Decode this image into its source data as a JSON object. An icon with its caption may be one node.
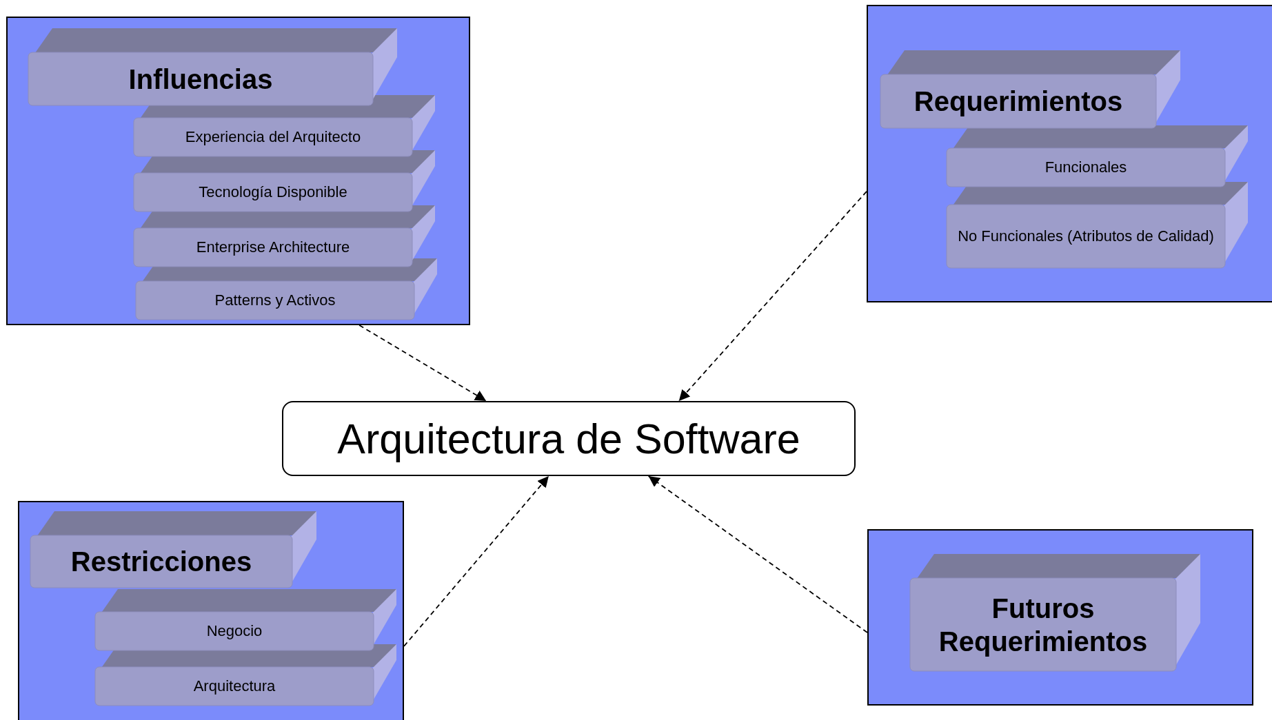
{
  "diagram": {
    "nodes": [
      {
        "text": [],
        "shape": "box"
      },
      {
        "text": [
          "Influencias"
        ],
        "in": 0
      },
      {
        "text": [
          "Experiencia del Arquitecto"
        ],
        "in": 0
      },
      {
        "text": [
          "Tecnología Disponible"
        ],
        "in": 0
      },
      {
        "text": [
          "Enterprise Architecture"
        ],
        "in": 0
      },
      {
        "text": [
          "Patterns y Activos"
        ],
        "in": 0
      },
      {
        "text": [],
        "shape": "box"
      },
      {
        "text": [
          "Requerimientos"
        ],
        "in": 6
      },
      {
        "text": [
          "Funcionales"
        ],
        "in": 6
      },
      {
        "text": [
          "No Funcionales (Atributos de Calidad)"
        ],
        "in": 6
      },
      {
        "text": [
          "Arquitectura de Software"
        ]
      },
      {
        "text": [],
        "shape": "box"
      },
      {
        "text": [
          "Restricciones"
        ],
        "in": 11
      },
      {
        "text": [
          "Negocio"
        ],
        "in": 11
      },
      {
        "text": [
          "Arquitectura"
        ],
        "in": 11
      },
      {
        "text": [],
        "shape": "box"
      },
      {
        "text": [
          "Futuros Requerimientos"
        ],
        "in": 15
      }
    ],
    "edges": [
      {
        "from": 0,
        "to": 10,
        "arrow": "to",
        "style": "dashed"
      },
      {
        "from": 6,
        "to": 10,
        "arrow": "to",
        "style": "dashed"
      },
      {
        "from": 11,
        "to": 10,
        "arrow": "to",
        "style": "dashed"
      },
      {
        "from": 15,
        "to": 10,
        "arrow": "to",
        "style": "dashed"
      }
    ]
  }
}
